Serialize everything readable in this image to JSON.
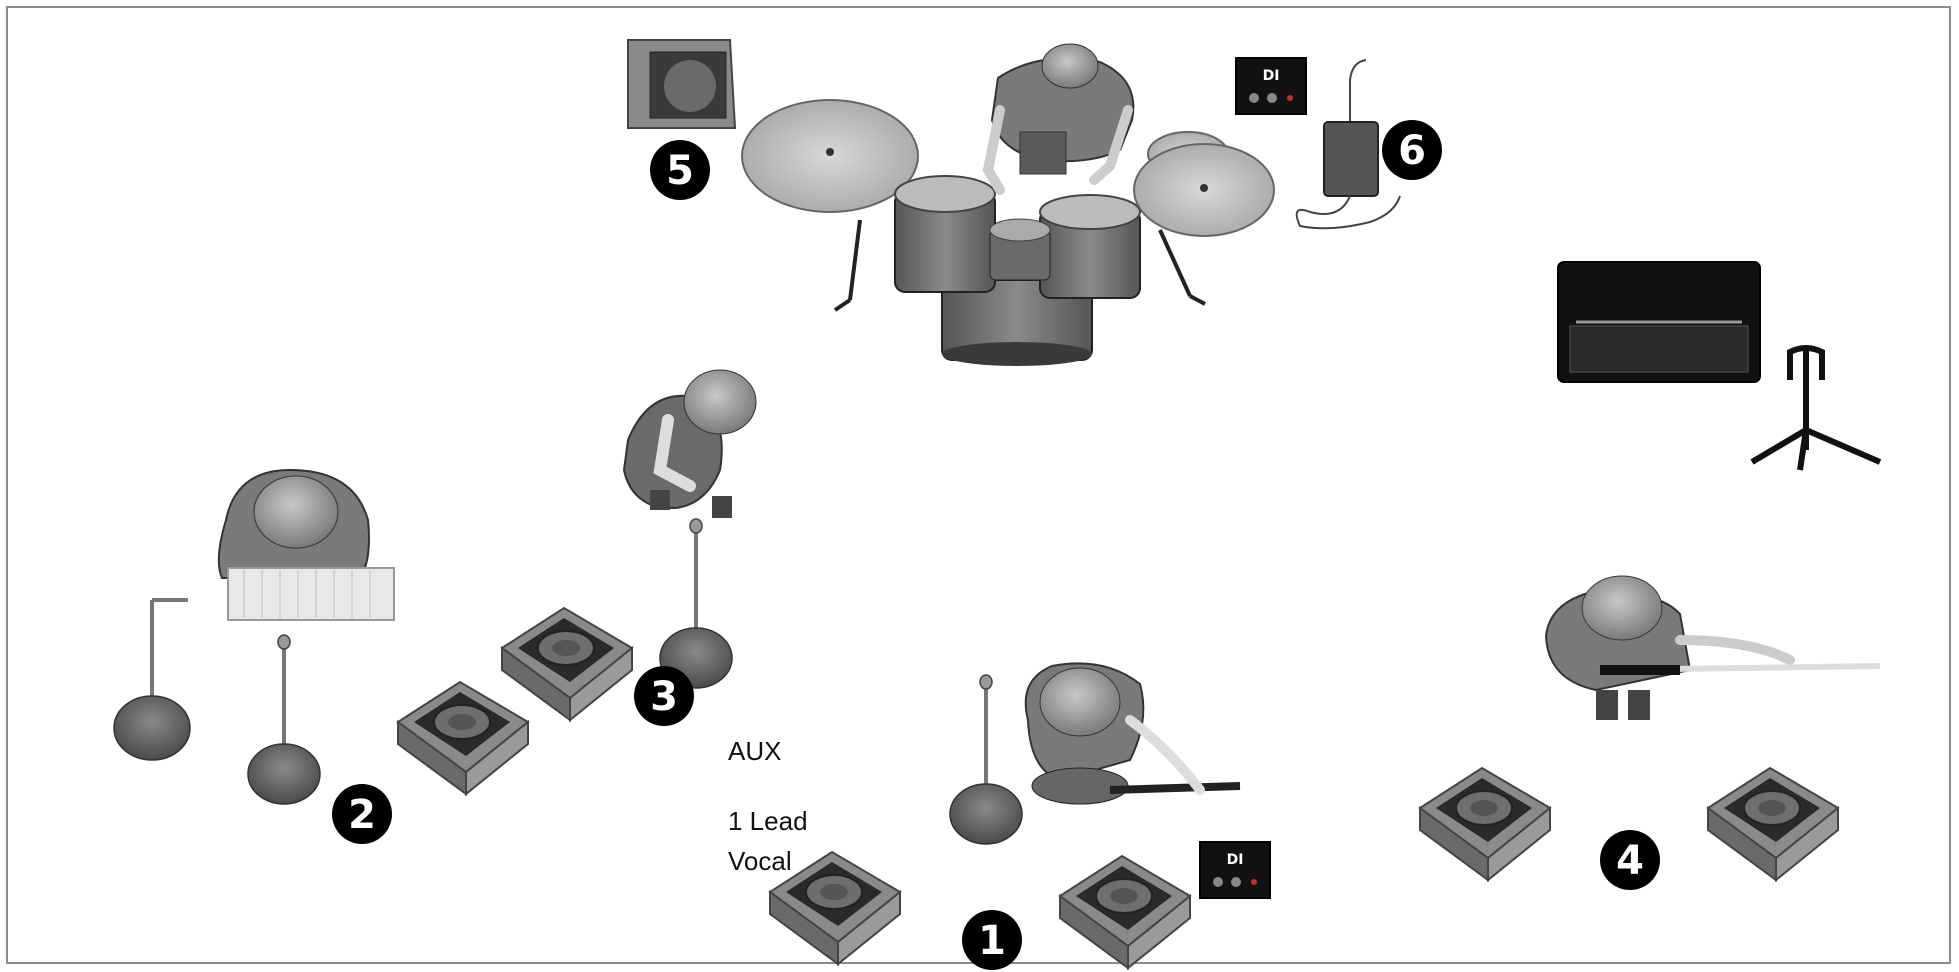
{
  "labels": {
    "aux": "AUX",
    "lead_vocal_line1": "1 Lead",
    "lead_vocal_line2": "Vocal"
  },
  "markers": [
    "1",
    "2",
    "3",
    "4",
    "5",
    "6"
  ],
  "di_box_text": "DI",
  "colors": {
    "frame": "#8c8c8c",
    "marker": "#000000",
    "monitor": "#6b6b6b",
    "stand_base": "#555555",
    "person": "#7a7a7a"
  },
  "icons": [
    "drum-kit-icon",
    "drummer-icon",
    "monitor-wedge-icon",
    "mic-stand-icon",
    "di-box-icon",
    "wireless-pack-icon",
    "guitar-amp-icon",
    "guitar-stand-icon",
    "keyboardist-icon",
    "guitarist-icon",
    "bassist-icon",
    "singer-icon"
  ]
}
